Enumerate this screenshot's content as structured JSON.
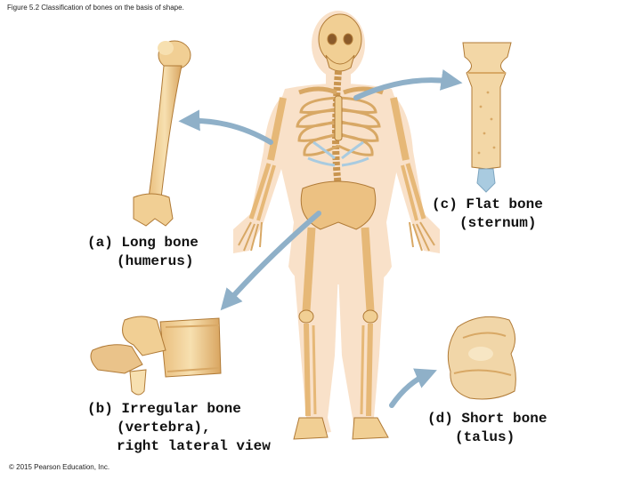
{
  "figure": {
    "caption": "Figure 5.2 Classification of bones on the basis of shape.",
    "copyright": "© 2015 Pearson Education, Inc."
  },
  "labels": {
    "long_bone": {
      "line1": "(a) Long bone",
      "line2": "(humerus)"
    },
    "flat_bone": {
      "line1": "(c) Flat bone",
      "line2": "(sternum)"
    },
    "irregular_bone": {
      "line1": "(b) Irregular bone",
      "line2": "(vertebra),",
      "line3": "right lateral view"
    },
    "short_bone": {
      "line1": "(d) Short bone",
      "line2": "(talus)"
    }
  },
  "colors": {
    "bone": "#f1cf94",
    "bone_shade": "#d8a865",
    "bone_outline": "#b07a36",
    "cartilage": "#a9cbe0",
    "skin": "#f8dcc0",
    "arrow": "#8fb0c8"
  }
}
